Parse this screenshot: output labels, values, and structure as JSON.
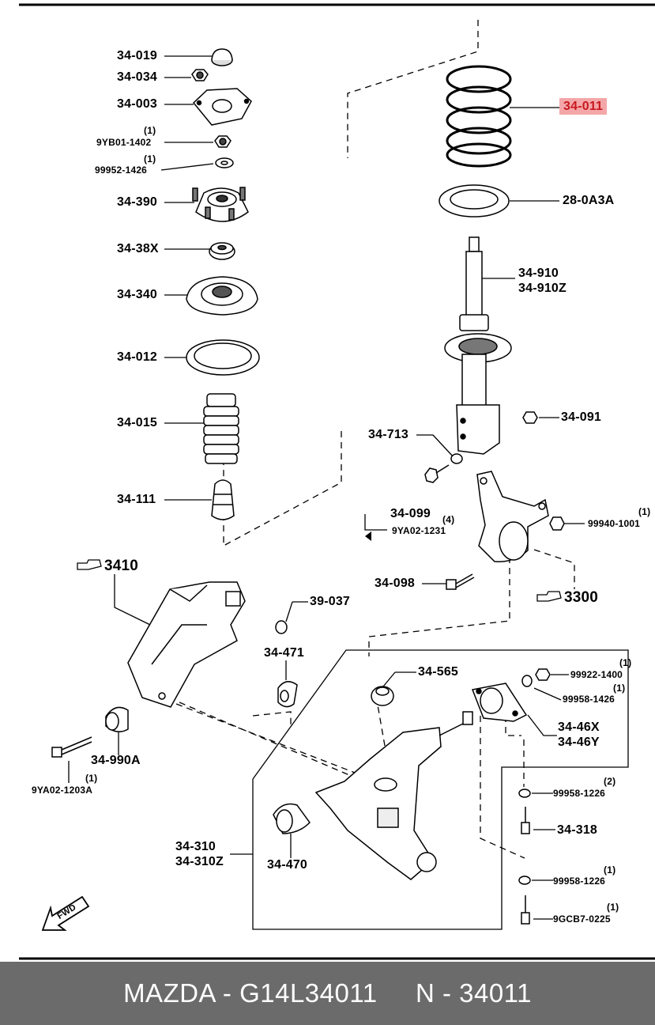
{
  "callouts": {
    "p34019": "34-019",
    "p34034": "34-034",
    "p34003": "34-003",
    "q1a": "(1)",
    "p9YB011402": "9YB01-1402",
    "q1b": "(1)",
    "p999521426": "99952-1426",
    "p34390": "34-390",
    "p3438X": "34-38X",
    "p34340": "34-340",
    "p34012": "34-012",
    "p34015": "34-015",
    "p34111": "34-111",
    "p34011": "34-011",
    "p280A3A": "28-0A3A",
    "p34910": "34-910",
    "p34910Z": "34-910Z",
    "p34091": "34-091",
    "p34713": "34-713",
    "p34099": "34-099",
    "q4": "(4)",
    "p9YA021231": "9YA02-1231",
    "q1c": "(1)",
    "p999401001": "99940-1001",
    "p34098": "34-098",
    "ref3410": "3410",
    "ref3300": "3300",
    "p39037": "39-037",
    "p34471": "34-471",
    "p34565": "34-565",
    "q1d": "(1)",
    "p999221400": "99922-1400",
    "q1e": "(1)",
    "p999581426": "99958-1426",
    "p3446X": "34-46X",
    "p3446Y": "34-46Y",
    "p34990A": "34-990A",
    "q1f": "(1)",
    "p9YA021203A": "9YA02-1203A",
    "q2": "(2)",
    "p999581226a": "99958-1226",
    "p34318": "34-318",
    "q1g": "(1)",
    "p999581226b": "99958-1226",
    "q1h": "(1)",
    "p9GCB70225": "9GCB7-0225",
    "p34310": "34-310",
    "p34310Z": "34-310Z",
    "p34470": "34-470"
  },
  "fwd_label": "FWD",
  "highlight_color": "#f4a7a8",
  "highlight_text_color": "#c8181f",
  "footer": {
    "text": "MAZDA - G14L34011     N - 34011",
    "background": "#6b6b6b"
  }
}
